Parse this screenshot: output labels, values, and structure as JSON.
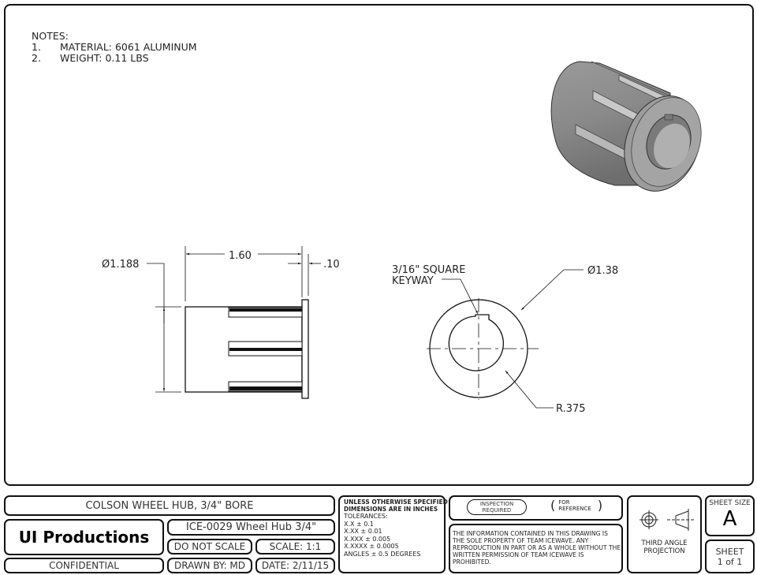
{
  "notes": {
    "header": "NOTES:",
    "items": [
      {
        "num": "1.",
        "text": "MATERIAL:  6061 ALUMINUM"
      },
      {
        "num": "2.",
        "text": "WEIGHT:  0.11 LBS"
      }
    ]
  },
  "side_view": {
    "length_dim": "1.60",
    "flange_dim": ".10",
    "diameter_dim": "Ø1.188"
  },
  "front_view": {
    "keyway_label_line1": "3/16\" SQUARE",
    "keyway_label_line2": "KEYWAY",
    "outer_diameter_dim": "Ø1.38",
    "bore_radius_dim": "R.375"
  },
  "title_block": {
    "part_title": "COLSON WHEEL HUB, 3/4\" BORE",
    "company": "UI Productions",
    "part_number": "ICE-0029 Wheel Hub 3/4\"",
    "do_not_scale": "DO NOT SCALE",
    "scale": "SCALE: 1:1",
    "confidential": "CONFIDENTIAL",
    "drawn_by": "DRAWN BY: MD",
    "date": "DATE: 2/11/15",
    "tolerance_header_1": "UNLESS OTHERWISE SPECIFIED",
    "tolerance_header_2": "DIMENSIONS ARE IN INCHES",
    "tolerances_label": "TOLERANCES:",
    "tolerances": [
      "X.X ± 0.1",
      "X.XX ± 0.01",
      "X.XXX ± 0.005",
      "X.XXXX ± 0.0005",
      "ANGLES ± 0.5  DEGREES"
    ],
    "inspection": [
      "INSPECTION",
      "REQUIRED"
    ],
    "for_reference": [
      "FOR",
      "REFERENCE"
    ],
    "proprietary_notice": "THE INFORMATION CONTAINED IN THIS DRAWING IS THE SOLE PROPERTY OF TEAM ICEWAVE. ANY REPRODUCTION IN PART OR AS A WHOLE WITHOUT THE WRITTEN PERMISSION OF TEAM ICEWAVE IS PROHIBITED.",
    "projection": [
      "THIRD ANGLE",
      "PROJECTION"
    ],
    "sheet_size_label": "SHEET SIZE",
    "sheet_size": "A",
    "sheet_label": "SHEET",
    "sheet_of": "1 of 1"
  }
}
